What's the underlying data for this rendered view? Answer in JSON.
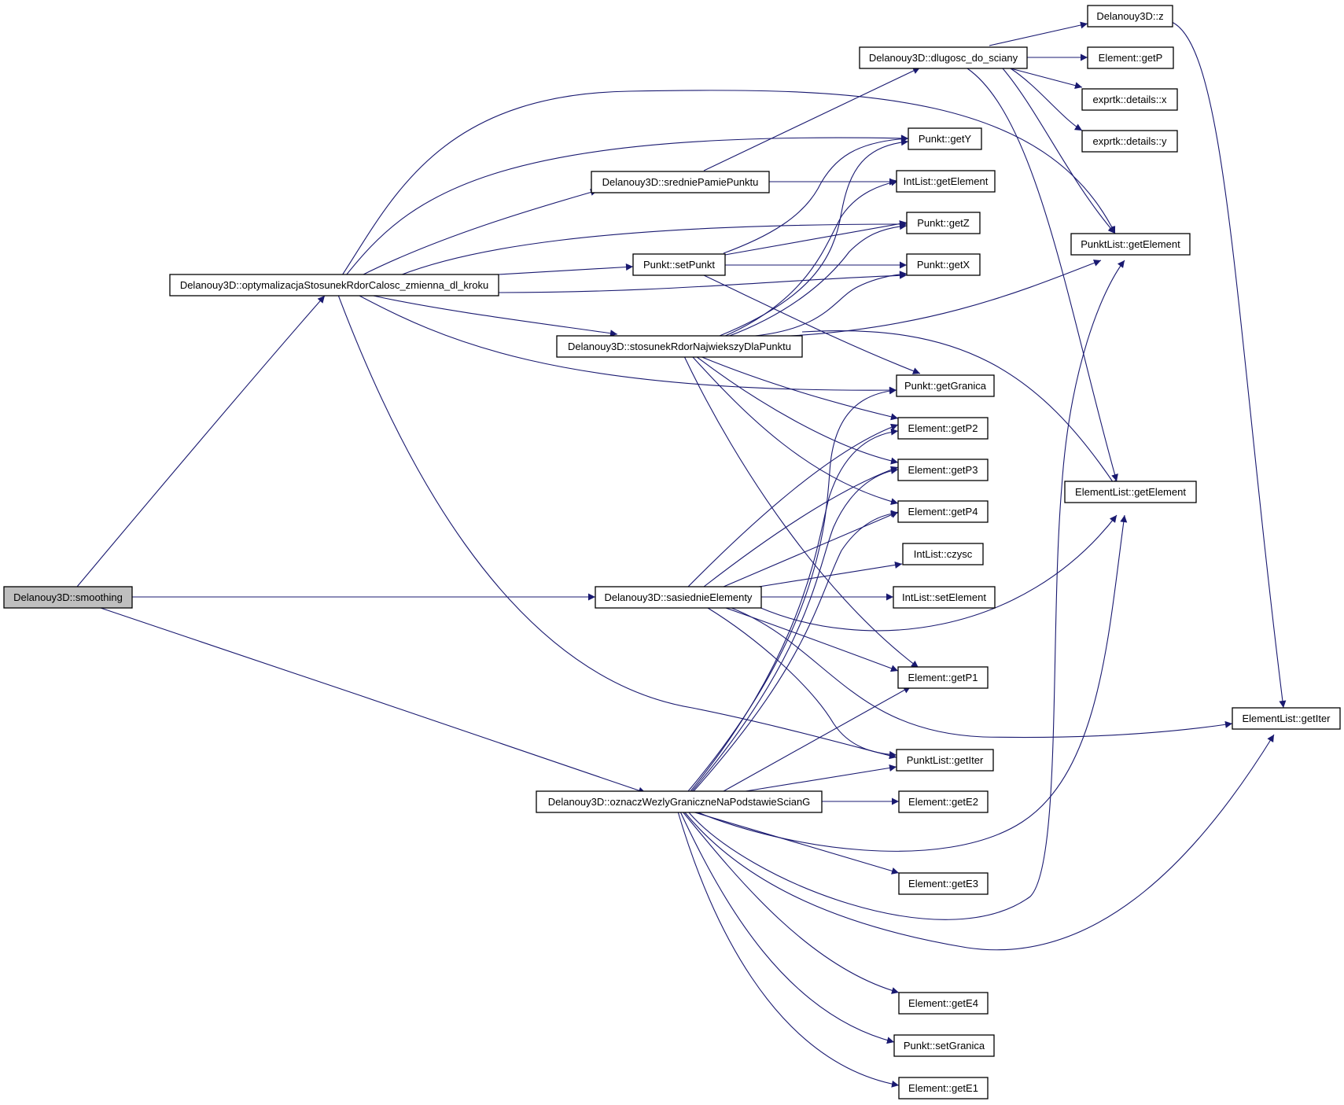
{
  "colors": {
    "edge": "#191970",
    "root_fill": "#bfbfbf",
    "node_fill": "#ffffff",
    "node_border": "#000000"
  },
  "nodes": {
    "smoothing": "Delanouy3D::smoothing",
    "optym": "Delanouy3D::optymalizacjaStosunekRdorCalosc_zmienna_dl_kroku",
    "sasiednie": "Delanouy3D::sasiednieElementy",
    "oznacz": "Delanouy3D::oznaczWezlyGraniczneNaPodstawieScianG",
    "srednie": "Delanouy3D::sredniePamiePunktu",
    "setPunkt": "Punkt::setPunkt",
    "stosunek": "Delanouy3D::stosunekRdorNajwiekszyDlaPunktu",
    "dlugosc": "Delanouy3D::dlugosc_do_sciany",
    "getY": "Punkt::getY",
    "intGetElement": "IntList::getElement",
    "getZ": "Punkt::getZ",
    "getX": "Punkt::getX",
    "getGranica": "Punkt::getGranica",
    "getP2": "Element::getP2",
    "getP3": "Element::getP3",
    "getP4": "Element::getP4",
    "czysc": "IntList::czysc",
    "setElement": "IntList::setElement",
    "getP1": "Element::getP1",
    "punktGetIter": "PunktList::getIter",
    "getE2": "Element::getE2",
    "getE3": "Element::getE3",
    "getE4": "Element::getE4",
    "setGranica": "Punkt::setGranica",
    "getE1": "Element::getE1",
    "z": "Delanouy3D::z",
    "getP": "Element::getP",
    "detailsX": "exprtk::details::x",
    "detailsY": "exprtk::details::y",
    "punktGetElement": "PunktList::getElement",
    "elemGetElement": "ElementList::getElement",
    "elemGetIter": "ElementList::getIter"
  }
}
